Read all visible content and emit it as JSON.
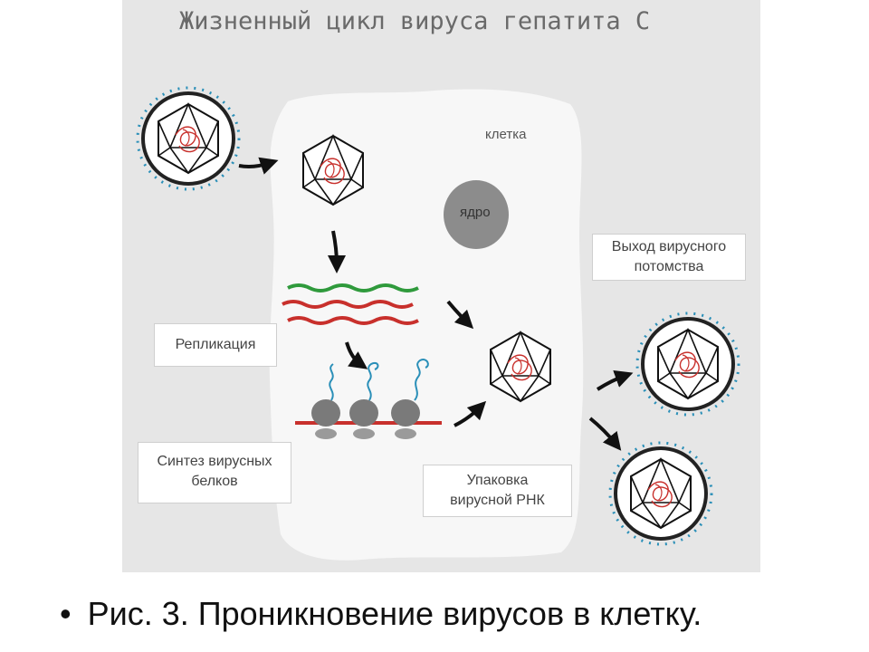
{
  "title": "Жизненный цикл вируса гепатита С",
  "labels": {
    "cell": "клетка",
    "nucleus": "ядро",
    "replication": "Репликация",
    "protein_synthesis_1": "Синтез вирусных",
    "protein_synthesis_2": "белков",
    "rna_packing_1": "Упаковка",
    "rna_packing_2": "вирусной РНК",
    "progeny_exit_1": "Выход вирусного",
    "progeny_exit_2": "потомства"
  },
  "caption": {
    "bullet": "•",
    "text": "Рис. 3. Проникновение вирусов в клетку."
  },
  "colors": {
    "background": "#e6e6e6",
    "cell": "#f7f7f7",
    "nucleus": "#8c8c8c",
    "envelope": "#2a8fb8",
    "rna_red": "#c8302c",
    "rna_green": "#2f9a3c"
  }
}
